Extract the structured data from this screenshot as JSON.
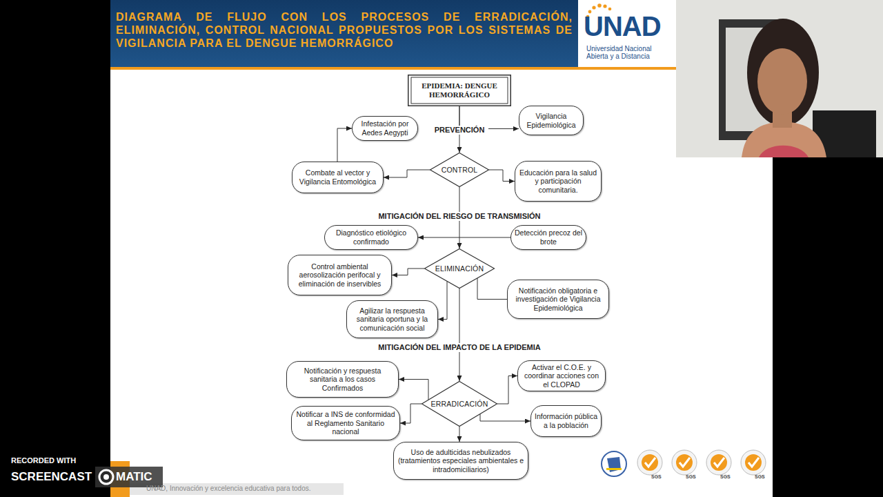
{
  "diagram": {
    "title": "DIAGRAMA DE FLUJO CON LOS PROCESOS DE ERRADICACIÓN, ELIMINACIÓN, CONTROL NACIONAL PROPUESTOS POR LOS SISTEMAS DE VIGILANCIA PARA EL DENGUE HEMORRÁGICO",
    "nodes": [
      {
        "text": [
          "EPIDEMIA: DENGUE HEMORRÁGICO"
        ]
      },
      {
        "text": [
          "Infestación por Aedes Aegypti"
        ]
      },
      {
        "text": [
          "Vigilancia Epidemiológica"
        ]
      },
      {
        "text": [
          "Combate al vector y Vigilancia Entomológica"
        ]
      },
      {
        "text": [
          "CONTROL"
        ]
      },
      {
        "text": [
          "Educación para la salud y participación comunitaria."
        ]
      },
      {
        "text": [
          "Diagnóstico etiológico confirmado"
        ]
      },
      {
        "text": [
          "Detección precoz del brote"
        ]
      },
      {
        "text": [
          "Control ambiental aerosolización perifocal y eliminación de inservibles"
        ]
      },
      {
        "text": [
          "ELIMINACIÓN"
        ]
      },
      {
        "text": [
          "Notificación obligatoria e investigación de Vigilancia Epidemiológica"
        ]
      },
      {
        "text": [
          "Agilizar la respuesta sanitaria oportuna y la comunicación social"
        ]
      },
      {
        "text": [
          "Notificación y respuesta sanitaria a los casos Confirmados"
        ]
      },
      {
        "text": [
          "Activar el C.O.E. y coordinar acciones con el CLOPAD"
        ]
      },
      {
        "text": [
          "ERRADICACIÓN"
        ]
      },
      {
        "text": [
          "Notificar a INS de conformidad al Reglamento Sanitario nacional"
        ]
      },
      {
        "text": [
          "Información pública a la población"
        ]
      },
      {
        "text": [
          "Uso de adulticidas nebulizados (tratamientos especiales ambientales e intradomiciliarios)"
        ]
      }
    ],
    "edges": [
      {
        "from": 0,
        "to": 4,
        "arrow": "to"
      },
      {
        "from": 0,
        "to": 2,
        "arrow": "to"
      },
      {
        "from": 4,
        "to": 3,
        "arrow": "to"
      },
      {
        "from": 4,
        "to": 5,
        "arrow": "to"
      },
      {
        "from": 3,
        "to": 1,
        "arrow": "to"
      },
      {
        "from": 4,
        "to": 9,
        "arrow": "to"
      },
      {
        "from": 7,
        "to": 6,
        "arrow": "to"
      },
      {
        "from": 9,
        "to": 8,
        "arrow": "to"
      },
      {
        "from": 9,
        "to": 11,
        "arrow": "to"
      },
      {
        "from": 9,
        "to": 10,
        "arrow": "none"
      },
      {
        "from": 9,
        "to": 14,
        "arrow": "to"
      },
      {
        "from": 14,
        "to": 12,
        "arrow": "to"
      },
      {
        "from": 14,
        "to": 13,
        "arrow": "to"
      },
      {
        "from": 14,
        "to": 15,
        "arrow": "to"
      },
      {
        "from": 14,
        "to": 16,
        "arrow": "to"
      },
      {
        "from": 14,
        "to": 17,
        "arrow": "to"
      }
    ],
    "labels": [
      "PREVENCIÓN",
      "MITIGACIÓN DEL RIESGO DE TRANSMISIÓN",
      "MITIGACIÓN DEL IMPACTO DE LA EPIDEMIA",
      "UNAD",
      "Universidad Nacional Abierta y a Distancia",
      "UNAD, Innovación y excelencia educativa para todos.",
      "RECORDED WITH",
      "SCREENCAST",
      "MATIC",
      "SGS",
      "SGS",
      "SGS",
      "SGS"
    ]
  }
}
